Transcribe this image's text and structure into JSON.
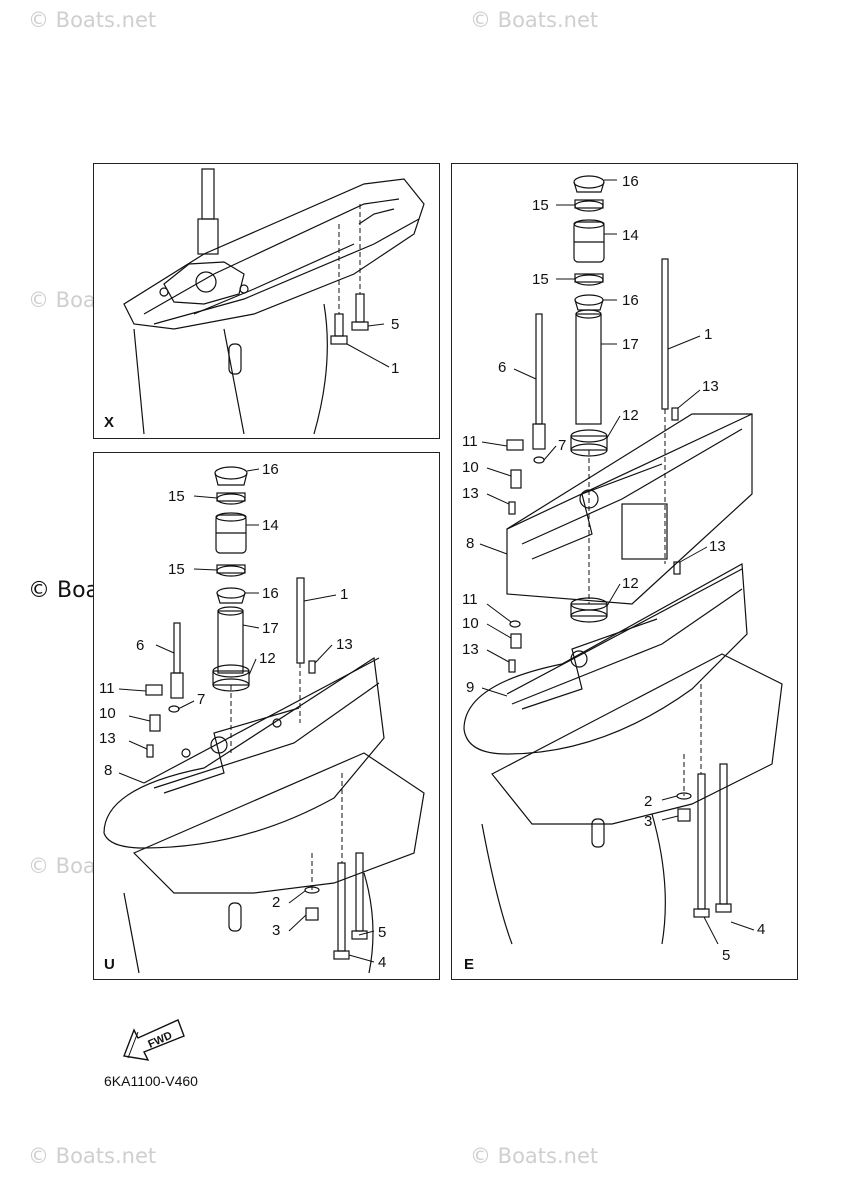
{
  "watermark": "© Boats.net",
  "watermark_prominent": "© Boats.net",
  "panels": {
    "x": {
      "tag": "X",
      "callouts": [
        "5",
        "1"
      ]
    },
    "u": {
      "tag": "U",
      "callouts": [
        "16",
        "15",
        "14",
        "15",
        "16",
        "1",
        "17",
        "6",
        "12",
        "13",
        "11",
        "7",
        "10",
        "13",
        "8",
        "2",
        "3",
        "5",
        "4"
      ]
    },
    "e": {
      "tag": "E",
      "callouts": [
        "16",
        "15",
        "14",
        "15",
        "16",
        "1",
        "17",
        "6",
        "13",
        "12",
        "11",
        "7",
        "10",
        "13",
        "8",
        "13",
        "12",
        "11",
        "10",
        "13",
        "9",
        "2",
        "3",
        "5",
        "4"
      ]
    }
  },
  "fwd_arrow": "FWD",
  "diagram_code": "6KA1100-V460"
}
